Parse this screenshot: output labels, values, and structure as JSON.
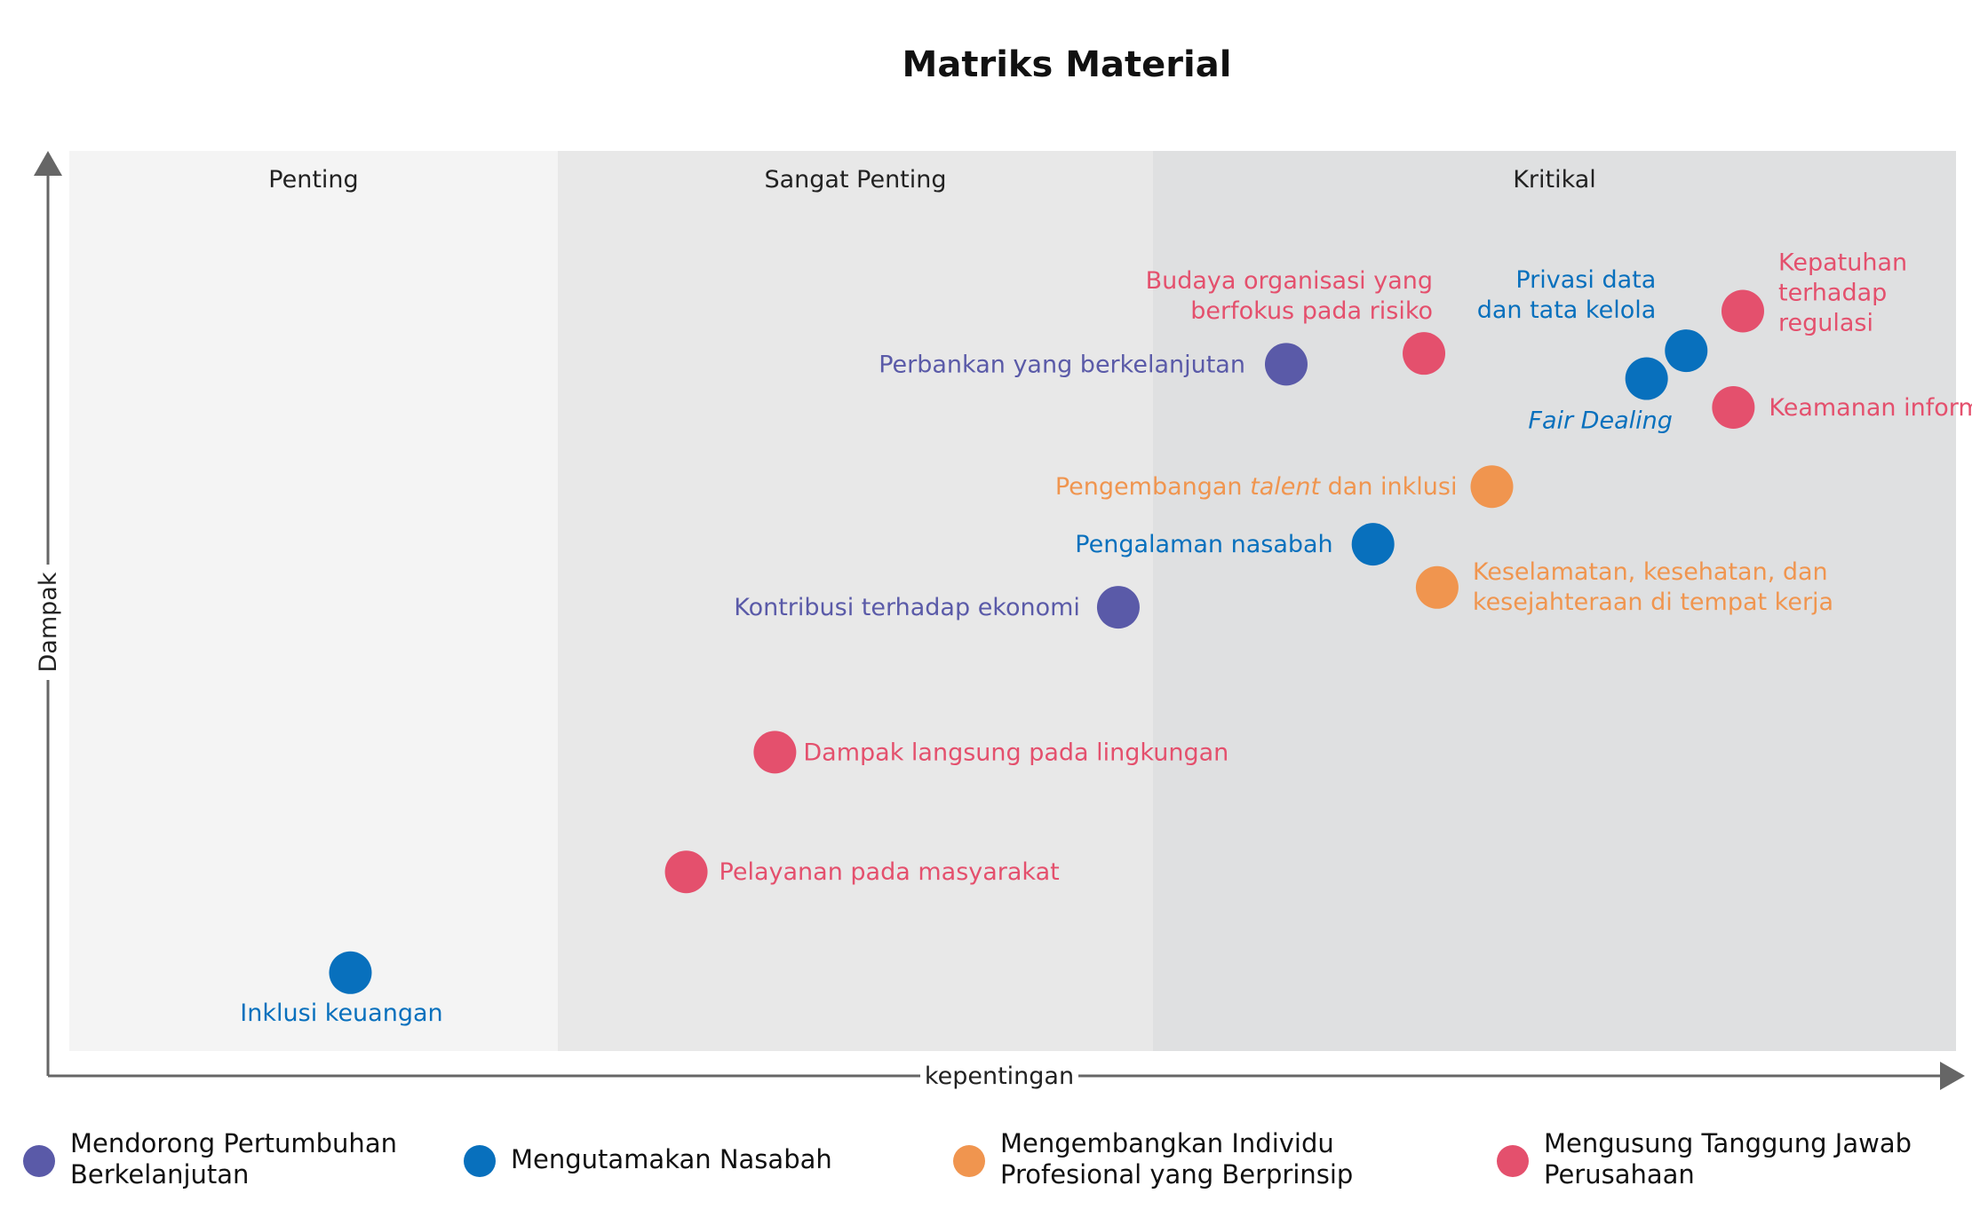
{
  "chart_data": {
    "type": "scatter",
    "title": "Matriks Material",
    "xlabel": "kepentingan",
    "ylabel": "Dampak",
    "grid": false,
    "legend_placement": "bottom",
    "zones": [
      {
        "label": "Penting",
        "color": "#f4f4f4"
      },
      {
        "label": "Sangat Penting",
        "color": "#e8e8e8"
      },
      {
        "label": "Kritikal",
        "color": "#dfe0e1"
      }
    ],
    "categories": [
      {
        "name": "Mendorong Pertumbuhan Berkelanjutan",
        "lines": [
          "Mendorong Pertumbuhan",
          "Berkelanjutan"
        ],
        "color": "#5a5aa8"
      },
      {
        "name": "Mengutamakan Nasabah",
        "lines": [
          "Mengutamakan Nasabah"
        ],
        "color": "#0870bd"
      },
      {
        "name": "Mengembangkan Individu Profesional yang Berprinsip",
        "lines": [
          "Mengembangkan Individu",
          "Profesional yang Berprinsip"
        ],
        "color": "#f0954f"
      },
      {
        "name": "Mengusung Tanggung Jawab Perusahaan",
        "lines": [
          "Mengusung Tanggung Jawab",
          "Perusahaan"
        ],
        "color": "#e4506d"
      }
    ],
    "points": [
      {
        "label": "Kepatuhan terhadap regulasi",
        "lines": [
          [
            {
              "t": "Kepatuhan"
            }
          ],
          [
            {
              "t": "terhadap"
            }
          ],
          [
            {
              "t": "regulasi"
            }
          ]
        ],
        "category": 3,
        "x": 0.887,
        "y": 0.822
      },
      {
        "label": "Budaya organisasi yang berfokus pada risiko",
        "lines": [
          [
            {
              "t": "Budaya organisasi yang"
            }
          ],
          [
            {
              "t": "berfokus pada risiko"
            }
          ]
        ],
        "category": 3,
        "x": 0.718,
        "y": 0.775
      },
      {
        "label": "Privasi data dan tata kelola",
        "lines": [
          [
            {
              "t": "Privasi data"
            }
          ],
          [
            {
              "t": "dan tata kelola"
            }
          ]
        ],
        "category": 1,
        "x": 0.857,
        "y": 0.778
      },
      {
        "label": "Fair Dealing",
        "lines": [
          [
            {
              "t": "Fair Dealing",
              "i": true
            }
          ]
        ],
        "category": 1,
        "x": 0.836,
        "y": 0.747
      },
      {
        "label": "Perbankan yang berkelanjutan",
        "lines": [
          [
            {
              "t": "Perbankan yang berkelanjutan"
            }
          ]
        ],
        "category": 0,
        "x": 0.645,
        "y": 0.763
      },
      {
        "label": "Keamanan informasi",
        "lines": [
          [
            {
              "t": "Keamanan informasi"
            }
          ]
        ],
        "category": 3,
        "x": 0.882,
        "y": 0.715
      },
      {
        "label": "Pengembangan talent dan inklusi",
        "lines": [
          [
            {
              "t": "Pengembangan "
            },
            {
              "t": "talent",
              "i": true
            },
            {
              "t": " dan inklusi"
            }
          ]
        ],
        "category": 2,
        "x": 0.754,
        "y": 0.627
      },
      {
        "label": "Pengalaman nasabah",
        "lines": [
          [
            {
              "t": "Pengalaman nasabah"
            }
          ]
        ],
        "category": 1,
        "x": 0.691,
        "y": 0.563
      },
      {
        "label": "Keselamatan, kesehatan, dan kesejahteraan di tempat kerja",
        "lines": [
          [
            {
              "t": "Keselamatan, kesehatan, dan"
            }
          ],
          [
            {
              "t": "kesejahteraan di tempat kerja"
            }
          ]
        ],
        "category": 2,
        "x": 0.725,
        "y": 0.515
      },
      {
        "label": "Kontribusi terhadap ekonomi",
        "lines": [
          [
            {
              "t": "Kontribusi terhadap ekonomi"
            }
          ]
        ],
        "category": 0,
        "x": 0.556,
        "y": 0.493
      },
      {
        "label": "Dampak langsung pada lingkungan",
        "lines": [
          [
            {
              "t": "Dampak langsung pada lingkungan"
            }
          ]
        ],
        "category": 3,
        "x": 0.374,
        "y": 0.332
      },
      {
        "label": "Pelayanan pada masyarakat",
        "lines": [
          [
            {
              "t": "Pelayanan pada masyarakat"
            }
          ]
        ],
        "category": 3,
        "x": 0.327,
        "y": 0.199
      },
      {
        "label": "Inklusi keuangan",
        "lines": [
          [
            {
              "t": "Inklusi keuangan"
            }
          ]
        ],
        "category": 1,
        "x": 0.149,
        "y": 0.087
      }
    ]
  }
}
